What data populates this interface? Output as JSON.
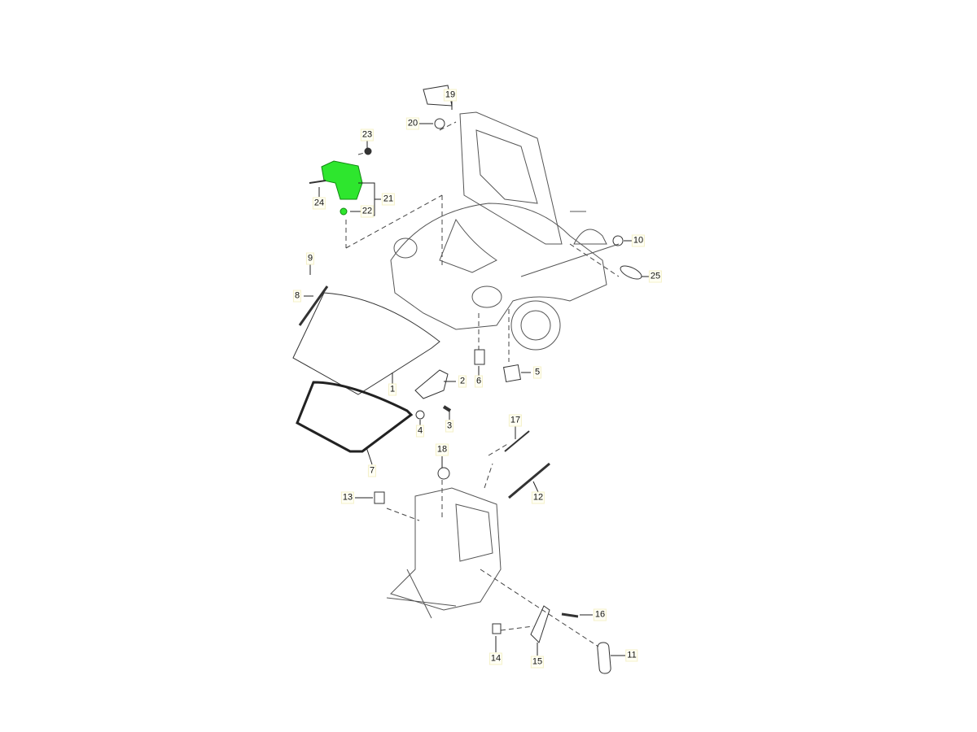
{
  "diagram": {
    "highlight_color": "#2ee62e",
    "callouts": [
      {
        "id": "1",
        "label": "1"
      },
      {
        "id": "2",
        "label": "2"
      },
      {
        "id": "3",
        "label": "3"
      },
      {
        "id": "4",
        "label": "4"
      },
      {
        "id": "5",
        "label": "5"
      },
      {
        "id": "6",
        "label": "6"
      },
      {
        "id": "7",
        "label": "7"
      },
      {
        "id": "8",
        "label": "8"
      },
      {
        "id": "9",
        "label": "9"
      },
      {
        "id": "10",
        "label": "10"
      },
      {
        "id": "11",
        "label": "11"
      },
      {
        "id": "12",
        "label": "12"
      },
      {
        "id": "13",
        "label": "13"
      },
      {
        "id": "14",
        "label": "14"
      },
      {
        "id": "15",
        "label": "15"
      },
      {
        "id": "16",
        "label": "16"
      },
      {
        "id": "17",
        "label": "17"
      },
      {
        "id": "18",
        "label": "18"
      },
      {
        "id": "19",
        "label": "19"
      },
      {
        "id": "20",
        "label": "20"
      },
      {
        "id": "21",
        "label": "21"
      },
      {
        "id": "22",
        "label": "22"
      },
      {
        "id": "23",
        "label": "23"
      },
      {
        "id": "24",
        "label": "24"
      },
      {
        "id": "25",
        "label": "25"
      }
    ]
  }
}
